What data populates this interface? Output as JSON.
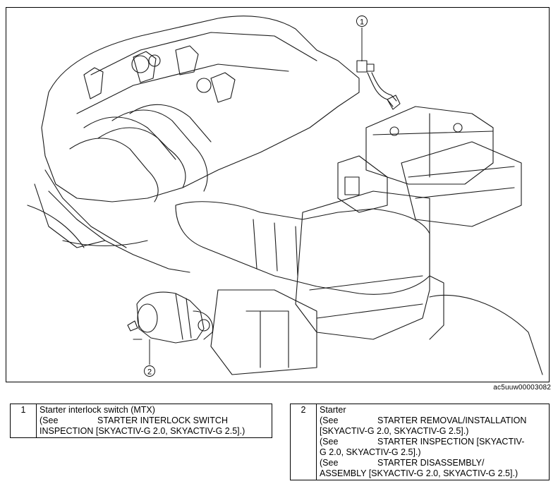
{
  "figure": {
    "code": "ac5uuw00003082",
    "callouts": [
      "1",
      "2"
    ]
  },
  "legend": [
    {
      "number": "1",
      "title": "Starter interlock switch (MTX)",
      "refs": [
        {
          "prefix": "(See",
          "text": "STARTER INTERLOCK SWITCH",
          "cont": "INSPECTION [SKYACTIV-G 2.0, SKYACTIV-G 2.5].)"
        }
      ]
    },
    {
      "number": "2",
      "title": "Starter",
      "refs": [
        {
          "prefix": "(See",
          "text": "STARTER REMOVAL/INSTALLATION",
          "cont": "[SKYACTIV-G 2.0, SKYACTIV-G 2.5].)"
        },
        {
          "prefix": "(See",
          "text": "STARTER INSPECTION [SKYACTIV-",
          "cont": "G 2.0, SKYACTIV-G 2.5].)"
        },
        {
          "prefix": "(See",
          "text": "STARTER DISASSEMBLY/",
          "cont": "ASSEMBLY [SKYACTIV-G 2.0, SKYACTIV-G 2.5].)"
        }
      ]
    }
  ]
}
